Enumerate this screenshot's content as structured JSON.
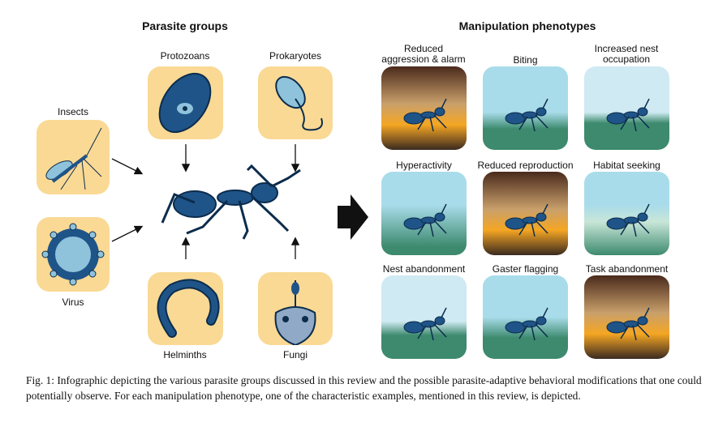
{
  "figure": {
    "left_title": "Parasite groups",
    "right_title": "Manipulation phenotypes",
    "parasite_groups": [
      "Protozoans",
      "Prokaryotes",
      "Insects",
      "Virus",
      "Helminths",
      "Fungi"
    ],
    "phenotypes": [
      "Reduced aggression & alarm",
      "Biting",
      "Increased nest occupation",
      "Hyperactivity",
      "Reduced reproduction",
      "Habitat seeking",
      "Nest abandonment",
      "Gaster flagging",
      "Task abandonment"
    ],
    "colors": {
      "tile": "#f9d994",
      "ant": "#1f5488",
      "sky": "#a9dcea",
      "ground": "#3d8a6e"
    }
  },
  "caption": "Fig. 1: Infographic depicting the various parasite groups discussed in this review and the possible parasite-adaptive behavioral modifications that one could potentially observe. For each manipulation phenotype, one of the characteristic examples, mentioned in this review, is depicted."
}
